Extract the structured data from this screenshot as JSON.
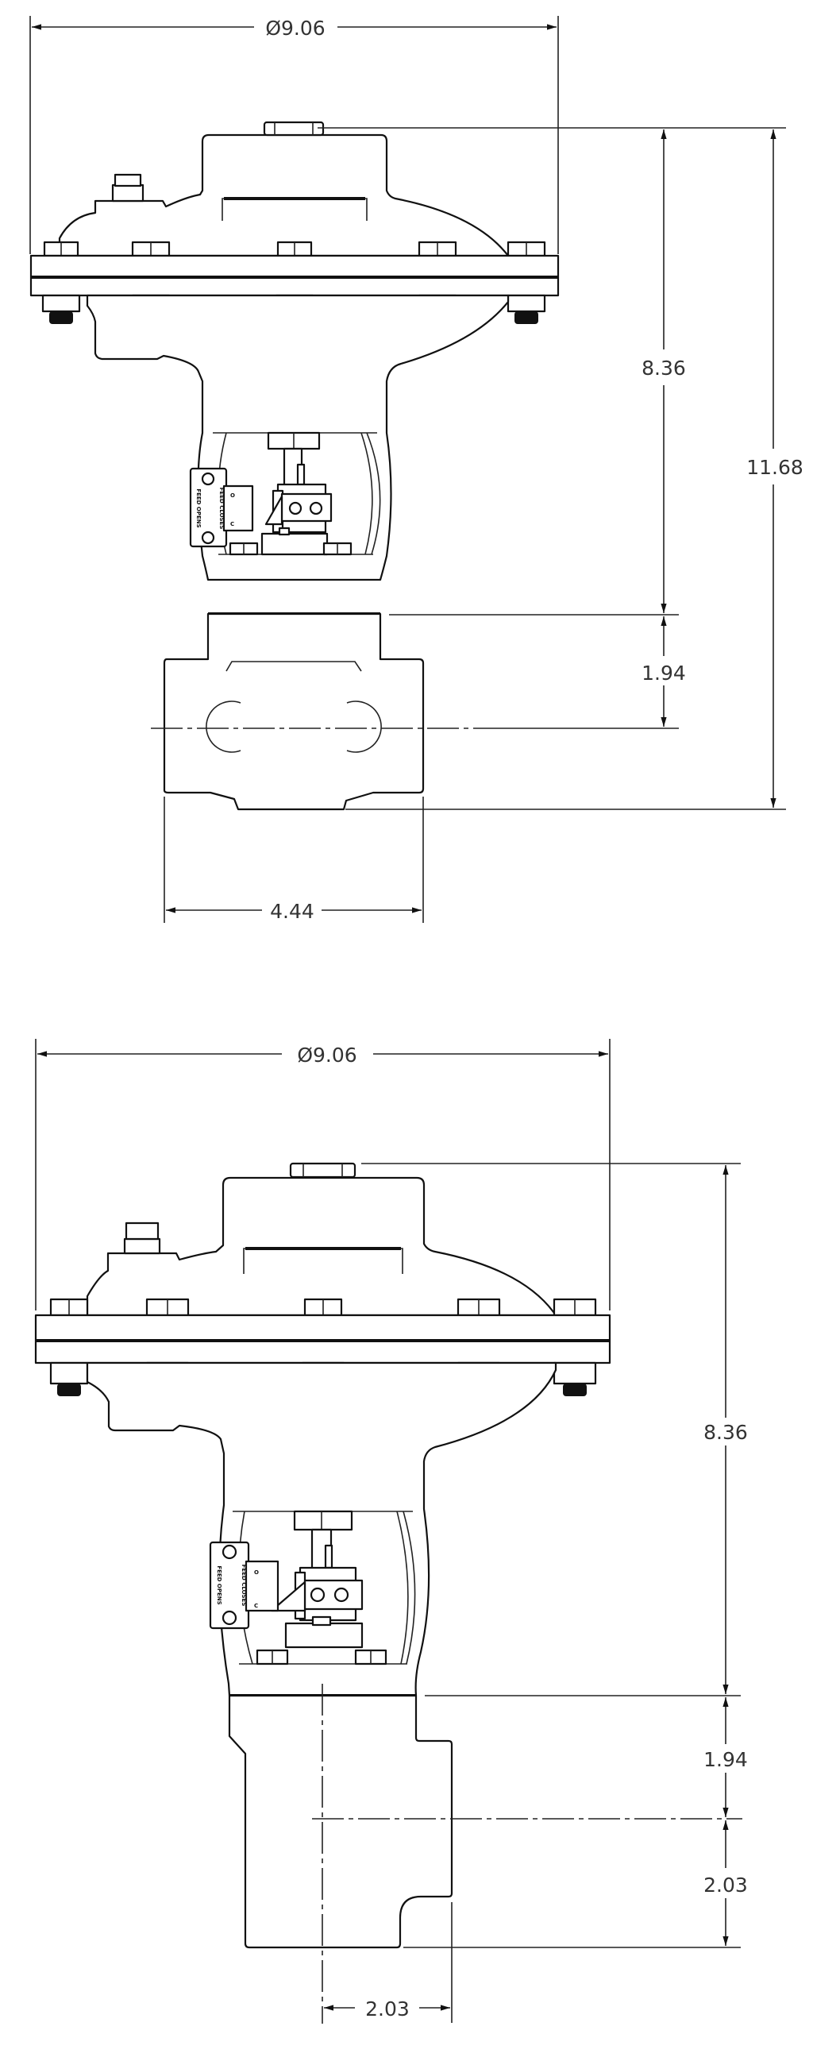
{
  "drawing": {
    "views": [
      {
        "name": "front-view-1",
        "dimensions": {
          "diameter": "Ø9.06",
          "actuator_height": "8.36",
          "overall_height": "11.68",
          "yoke_to_centerline": "1.94",
          "body_width": "4.44"
        },
        "switch_labels": [
          "FEED OPENS",
          "FEED CLOSES"
        ],
        "switch_markers": [
          "O",
          "C"
        ]
      },
      {
        "name": "front-view-2",
        "dimensions": {
          "diameter": "Ø9.06",
          "actuator_height": "8.36",
          "yoke_to_centerline": "1.94",
          "centerline_to_bottom": "2.03",
          "centerline_to_side": "2.03"
        },
        "switch_labels": [
          "FEED OPENS",
          "FEED CLOSES"
        ],
        "switch_markers": [
          "O",
          "C"
        ]
      }
    ],
    "colors": {
      "line": "#111111",
      "text": "#333333",
      "background": "#ffffff"
    }
  }
}
